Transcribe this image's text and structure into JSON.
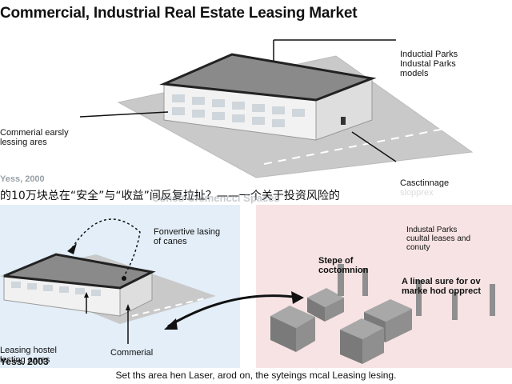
{
  "title": "Commercial, Industrial Real Estate Leasing Market",
  "top": {
    "label_parks": [
      "Inductial Parks",
      "Industal Parks",
      "models"
    ],
    "label_left": [
      "Commerial earsly",
      "lessing ares"
    ],
    "label_cast": [
      "Casctinnage",
      "slopprex"
    ],
    "year_faded": "Yess, 2000"
  },
  "overlay_text": "的10万块总在“安全”与“收益”间反复拉扯？——一个关于投资风险的",
  "faded_heading": "Conco Cremenccl Spaces",
  "left_panel": {
    "label_top": [
      "Fonvertive lasing",
      "of canes"
    ],
    "label_bottom": [
      "Leasing hostel",
      "lesting aares"
    ],
    "label_commerial": "Commerial",
    "year": "Yess. 2003"
  },
  "right_panel": {
    "label_parks": [
      "Industal Parks",
      "cuultal leases and",
      "conuty"
    ],
    "label_steps": [
      "Stepe of",
      "coctomnion"
    ],
    "label_lineal": [
      "A lineal sure for ov",
      "marke hod opprect"
    ]
  },
  "caption": "Set ths area hen Laser, arod on, the syteings mcal Leasing lesing.",
  "colors": {
    "left_panel_bg": "#e3eef8",
    "right_panel_bg": "#f7e3e3",
    "roof": "#8a8a8a",
    "block": "#7a7a7a"
  }
}
